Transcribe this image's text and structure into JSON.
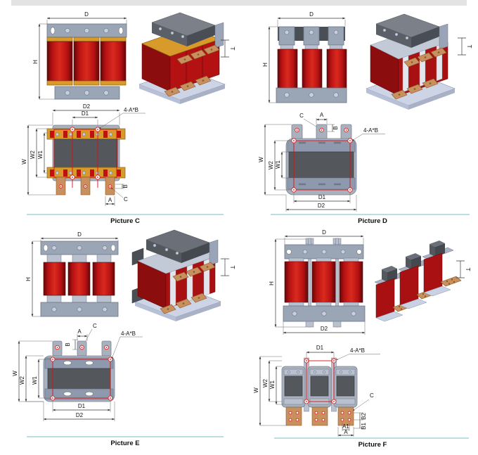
{
  "page": {
    "top_band_color": "#e3e3e3",
    "divider_color": "#8fccc9",
    "background": "#ffffff"
  },
  "palette": {
    "coil_red": "#b61113",
    "coil_red_dark": "#5f0809",
    "gold_trim": "#d89b2b",
    "steel_gray": "#9aa5b6",
    "plate_gray": "#a9b1bf",
    "core_gray": "#54575c",
    "copper": "#c8905e",
    "dim_line_red": "#e01010"
  },
  "pictures": [
    {
      "id": "C",
      "caption": "Picture C",
      "labels": {
        "d": "D",
        "h": "H",
        "t": "T",
        "d1": "D1",
        "d2": "D2",
        "w": "W",
        "w1": "W1",
        "w2": "W2",
        "a": "A",
        "b": "B",
        "c": "C",
        "holes": "4-A*B"
      }
    },
    {
      "id": "D",
      "caption": "Picture D",
      "labels": {
        "d": "D",
        "h": "H",
        "t": "T",
        "d1": "D1",
        "d2": "D2",
        "w": "W",
        "w1": "W1",
        "w2": "W2",
        "a": "A",
        "b": "B",
        "c": "C",
        "holes": "4-A*B"
      }
    },
    {
      "id": "E",
      "caption": "Picture E",
      "labels": {
        "d": "D",
        "h": "H",
        "t": "T",
        "d1": "D1",
        "d2": "D2",
        "w": "W",
        "w1": "W1",
        "w2": "W2",
        "a": "A",
        "b": "B",
        "c": "C",
        "holes": "4-A*B"
      }
    },
    {
      "id": "F",
      "caption": "Picture F",
      "labels": {
        "d": "D",
        "h": "H",
        "t": "T",
        "d1": "D1",
        "d2": "D2",
        "w": "W",
        "w1": "W1",
        "w2": "W2",
        "a": "A",
        "a1": "A1",
        "b1": "B1",
        "b2": "B2",
        "c": "C",
        "holes": "4-A*B"
      }
    }
  ]
}
